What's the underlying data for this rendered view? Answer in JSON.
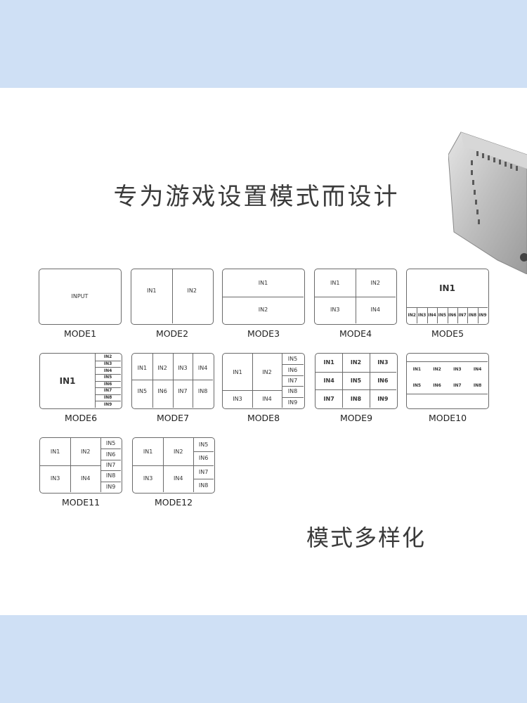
{
  "headline": "专为游戏设置模式而设计",
  "subline": "模式多样化",
  "colors": {
    "band": "#cfe0f5",
    "border": "#6a6a6a",
    "text": "#333333"
  },
  "modes": [
    {
      "label": "MODE1",
      "cells": [
        "INPUT"
      ]
    },
    {
      "label": "MODE2",
      "cells": [
        "IN1",
        "IN2"
      ]
    },
    {
      "label": "MODE3",
      "cells": [
        "IN1",
        "IN2"
      ]
    },
    {
      "label": "MODE4",
      "cells": [
        "IN1",
        "IN2",
        "IN3",
        "IN4"
      ]
    },
    {
      "label": "MODE5",
      "cells": [
        "IN1",
        "IN2",
        "IN3",
        "IN4",
        "IN5",
        "IN6",
        "IN7",
        "IN8",
        "IN9"
      ]
    },
    {
      "label": "MODE6",
      "cells": [
        "IN1",
        "IN2",
        "IN3",
        "IN4",
        "IN5",
        "IN6",
        "IN7",
        "IN8",
        "IN9"
      ]
    },
    {
      "label": "MODE7",
      "cells": [
        "IN1",
        "IN2",
        "IN3",
        "IN4",
        "IN5",
        "IN6",
        "IN7",
        "IN8"
      ]
    },
    {
      "label": "MODE8",
      "cells": [
        "IN1",
        "IN2",
        "IN3",
        "IN4",
        "IN5",
        "IN6",
        "IN7",
        "IN8",
        "IN9"
      ]
    },
    {
      "label": "MODE9",
      "cells": [
        "IN1",
        "IN2",
        "IN3",
        "IN4",
        "IN5",
        "IN6",
        "IN7",
        "IN8",
        "IN9"
      ]
    },
    {
      "label": "MODE10",
      "cells": [
        "IN1",
        "IN2",
        "IN3",
        "IN4",
        "IN5",
        "IN6",
        "IN7",
        "IN8"
      ]
    },
    {
      "label": "MODE11",
      "cells": [
        "IN1",
        "IN2",
        "IN3",
        "IN4",
        "IN5",
        "IN6",
        "IN7",
        "IN8",
        "IN9"
      ]
    },
    {
      "label": "MODE12",
      "cells": [
        "IN1",
        "IN2",
        "IN3",
        "IN4",
        "IN5",
        "IN6",
        "IN7",
        "IN8"
      ]
    }
  ]
}
